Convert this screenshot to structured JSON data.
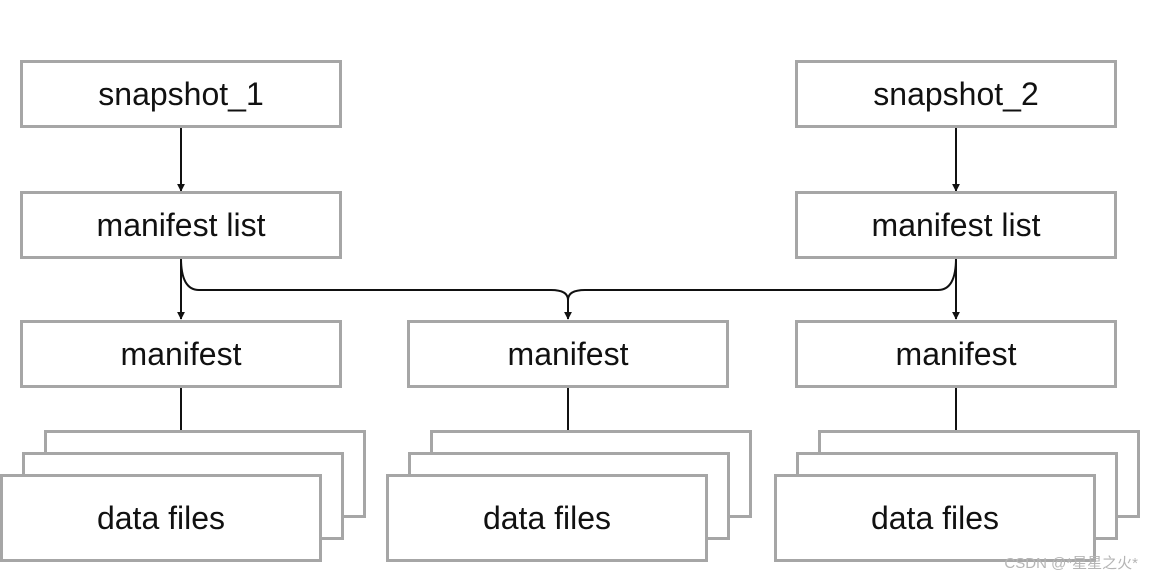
{
  "diagram": {
    "snapshot_1": "snapshot_1",
    "snapshot_2": "snapshot_2",
    "manifest_list_1": "manifest list",
    "manifest_list_2": "manifest list",
    "manifest_1": "manifest",
    "manifest_2": "manifest",
    "manifest_3": "manifest",
    "data_files_1": "data files",
    "data_files_2": "data files",
    "data_files_3": "data files"
  },
  "watermark": "CSDN @*星星之火*",
  "colors": {
    "box_border": "#a6a6a6",
    "arrow": "#111111",
    "text": "#111111"
  }
}
